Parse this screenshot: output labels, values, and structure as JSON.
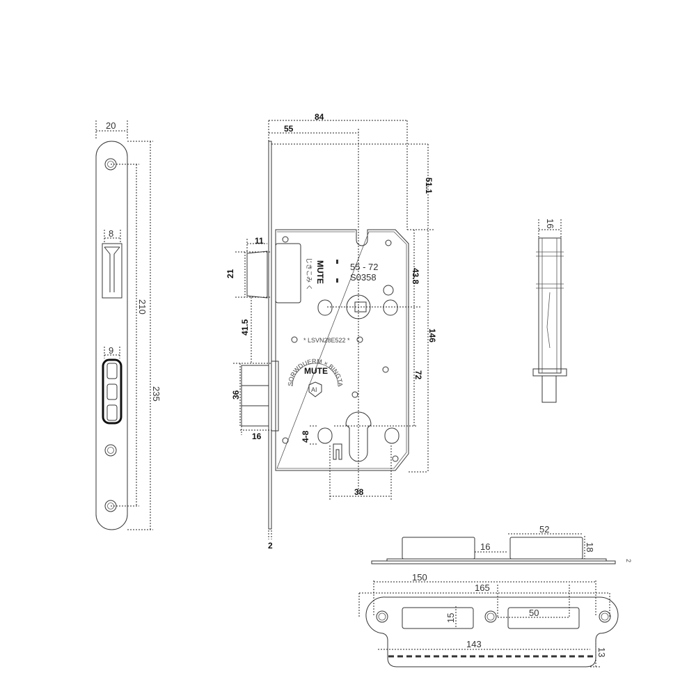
{
  "faceplate": {
    "width": "20",
    "latch_width": "8",
    "bolt_width": "9",
    "screw_spacing": "210",
    "length": "235"
  },
  "body": {
    "width": "84",
    "backset": "55",
    "top_offset": "51.1",
    "handle_offset": "43.8",
    "height": "146",
    "center_distance": "72",
    "latch_projection": "11",
    "latch_height": "21",
    "latch_to_bolt": "41.5",
    "bolt_height": "36",
    "bolt_throw": "16",
    "cylinder_range": "4-8",
    "cylinder_spacing": "38",
    "faceplate_thickness": "2",
    "model_range": "55 - 72",
    "model_code": "S0358",
    "brand_vertical": "MUTE",
    "side_text": "じきこみ く",
    "serial": "* LSVN28E522 *",
    "brand": "MUTE",
    "logo_text": "AI",
    "ring_text": "SORWDUERM × BINGTAINENG × JIASENBAO ×"
  },
  "side_view": {
    "width": "16"
  },
  "strike": {
    "box_width": "52",
    "gap": "16",
    "depth": "18",
    "thickness": "2",
    "hole_spacing": "150",
    "length": "165",
    "cut_height": "15",
    "cut_width": "50",
    "lip_length": "143",
    "lip_height": "13"
  }
}
